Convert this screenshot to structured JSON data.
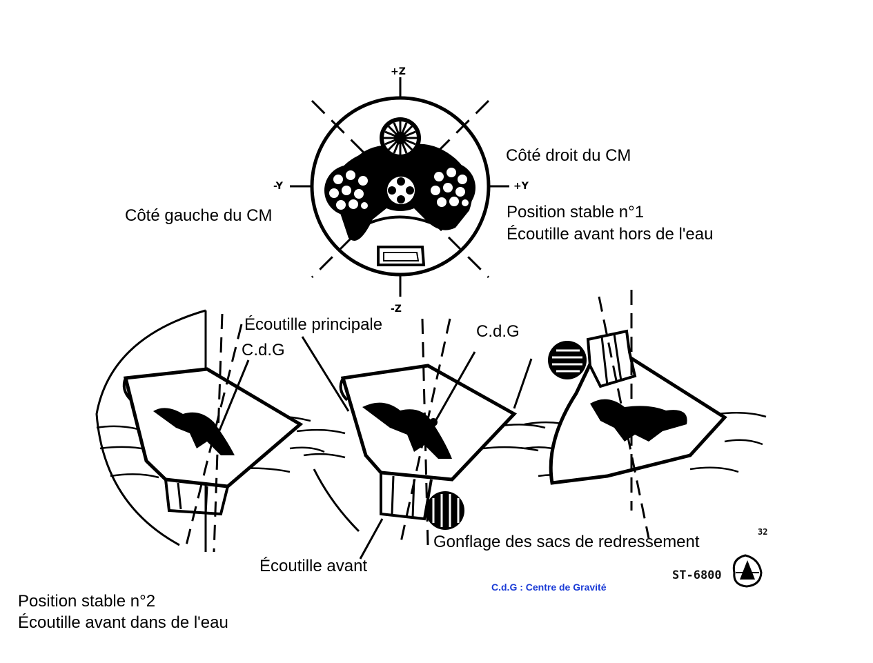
{
  "labels": {
    "right_side": "Côté droit du CM",
    "left_side": "Côté gauche du CM",
    "stable1_line1": "Position stable n°1",
    "stable1_line2": "Écoutille avant hors de l'eau",
    "main_hatch": "Écoutille principale",
    "cog_left": "C.d.G",
    "cog_right": "C.d.G",
    "front_hatch": "Écoutille avant",
    "inflation": "Gonflage des sacs de redressement",
    "stable2_line1": "Position stable n°2",
    "stable2_line2": "Écoutille avant dans de l'eau",
    "legend": "C.d.G : Centre de Gravité"
  },
  "axes": {
    "plus_z": "+Z",
    "minus_z": "-Z",
    "plus_y": "+Y",
    "minus_y": "-Y"
  },
  "stamp": {
    "code": "ST-6800",
    "page": "32"
  },
  "colors": {
    "ink": "#000000",
    "legend": "#1a3bd6",
    "background": "#ffffff"
  }
}
